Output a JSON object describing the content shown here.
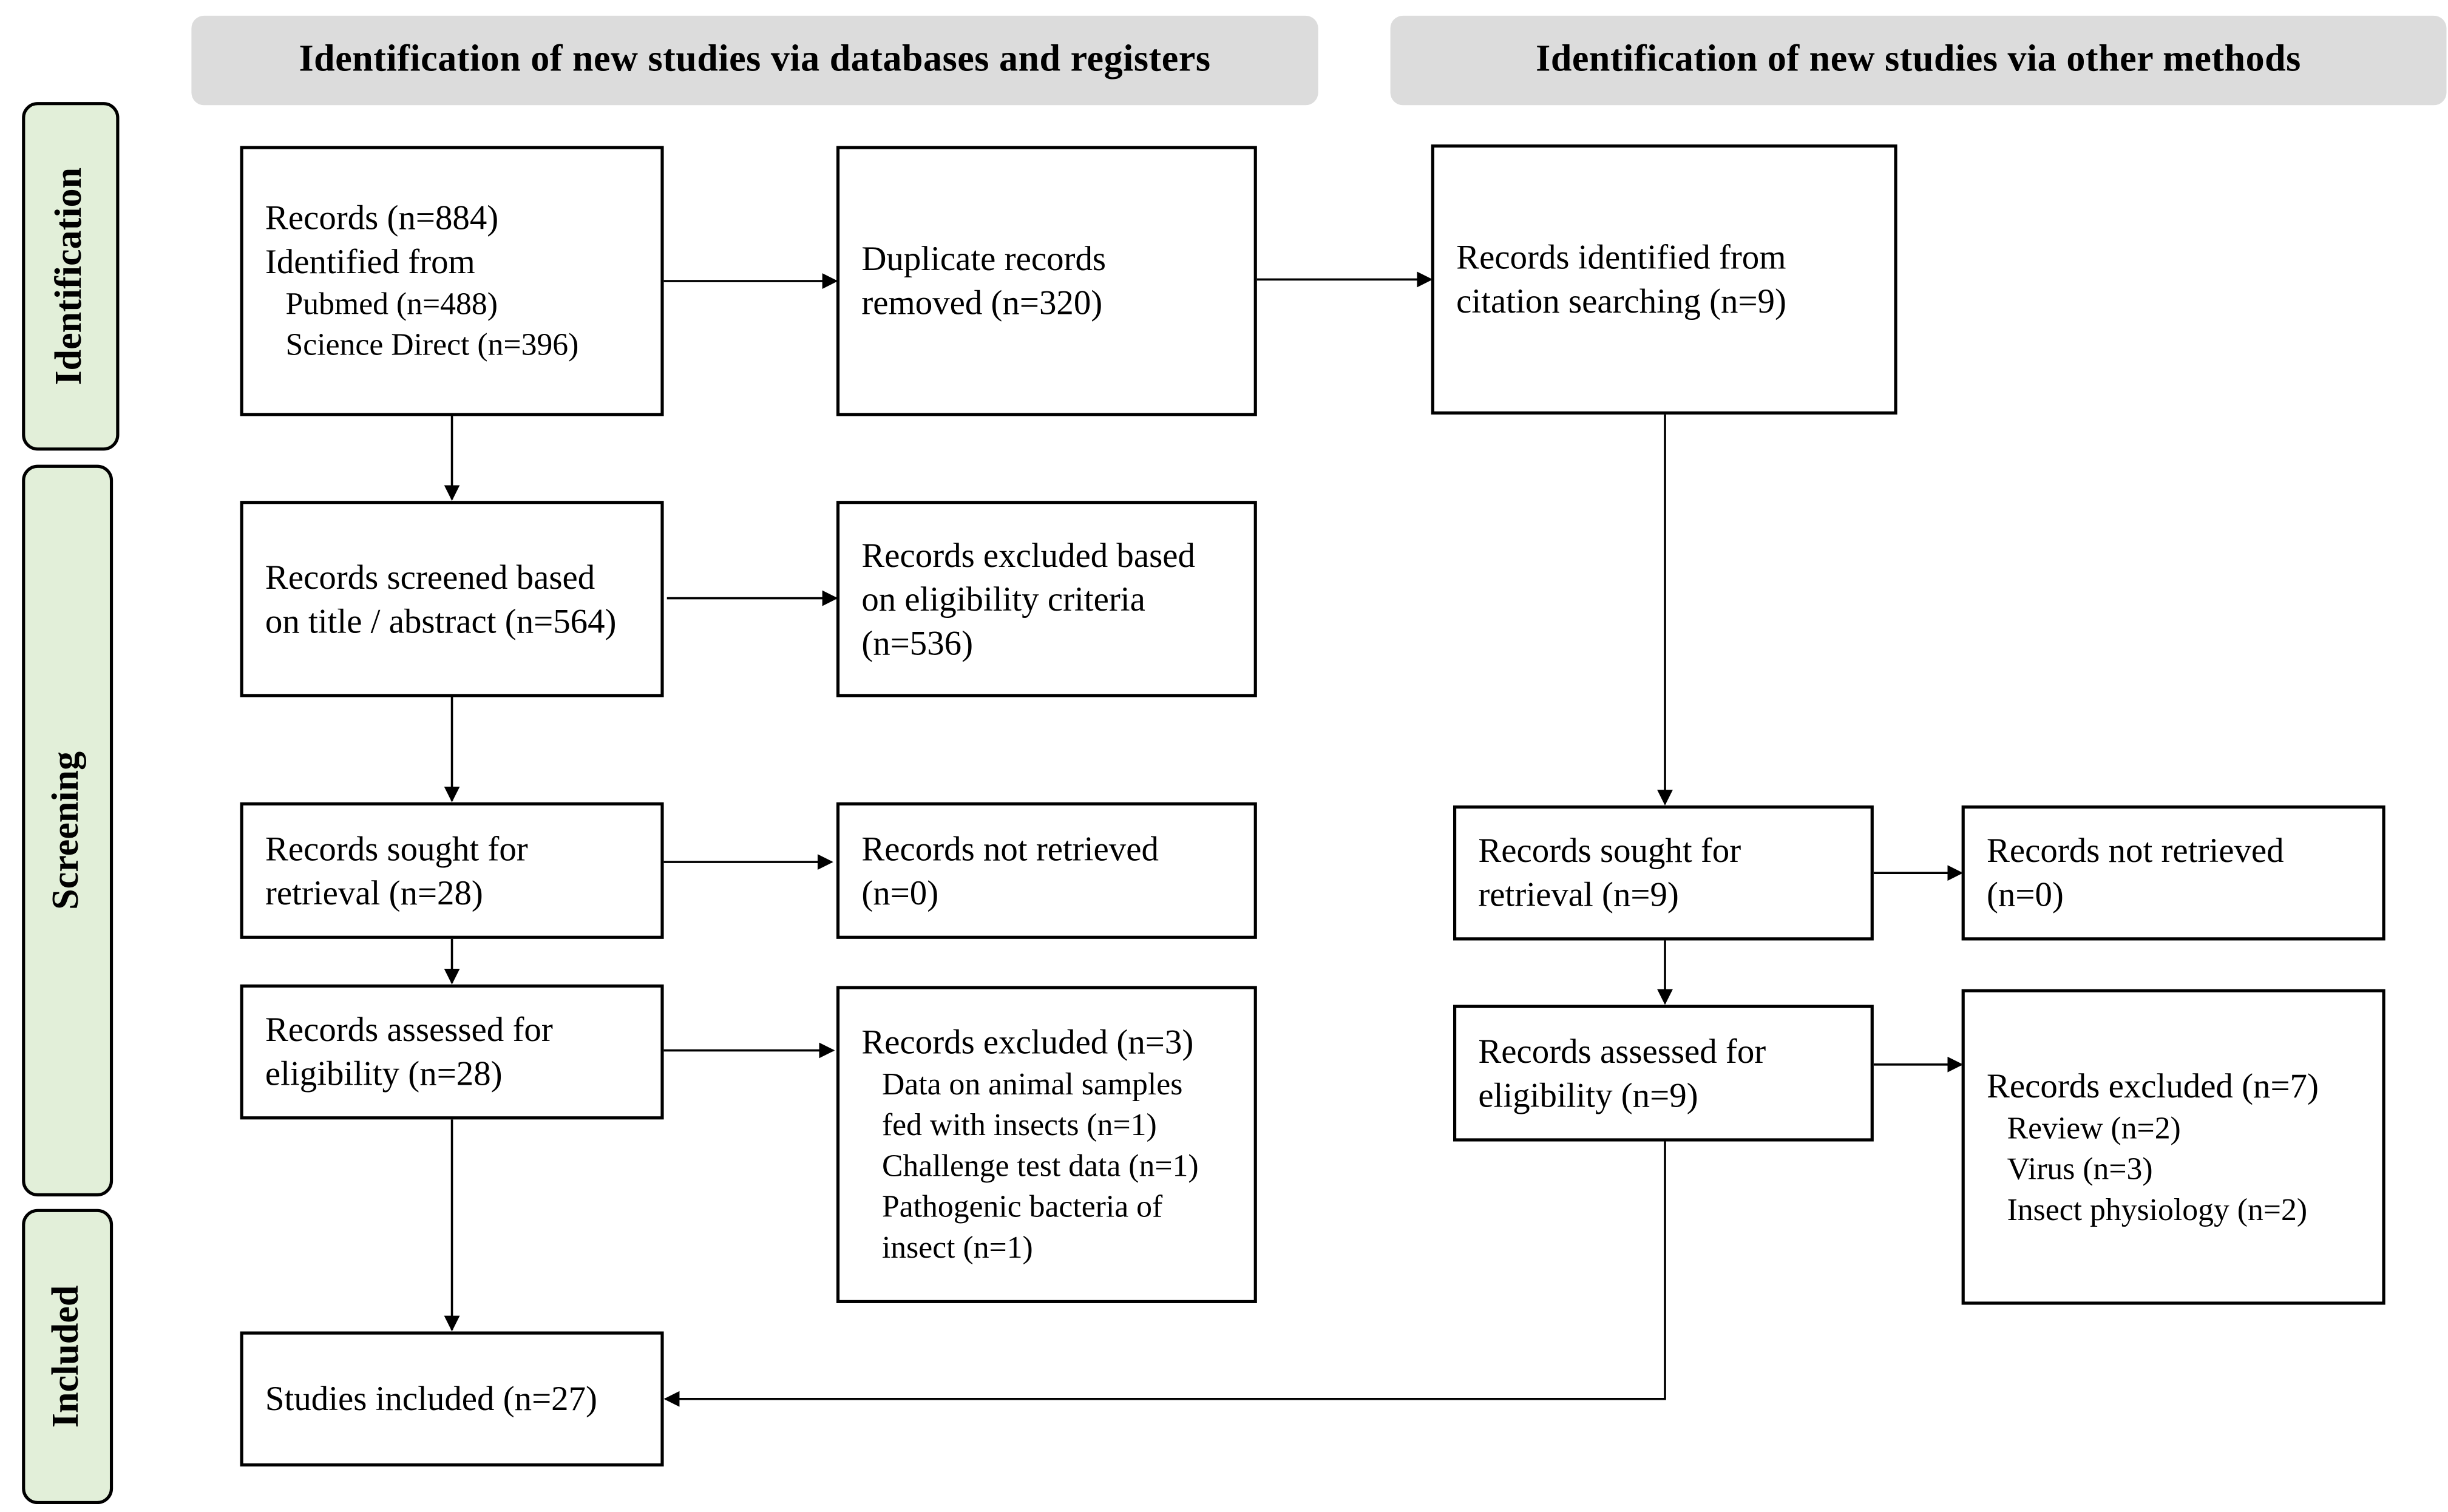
{
  "headers": {
    "left": "Identification of new studies via databases and registers",
    "right": "Identification of new studies via other methods"
  },
  "phases": {
    "identification": "Identification",
    "screening": "Screening",
    "included": "Included"
  },
  "db": {
    "records": {
      "line1": "Records (n=884)",
      "line2": "Identified from",
      "sources": [
        "Pubmed (n=488)",
        "Science Direct (n=396)"
      ]
    },
    "duplicates": {
      "line1": "Duplicate records",
      "line2": "removed (n=320)"
    },
    "screened": {
      "line1": "Records screened based",
      "line2": "on title / abstract (n=564)"
    },
    "excluded_eligibility": {
      "line1": "Records excluded based",
      "line2": "on eligibility  criteria",
      "line3": "(n=536)"
    },
    "sought": {
      "line1": "Records sought for",
      "line2": "retrieval  (n=28)"
    },
    "not_retrieved": {
      "line1": "Records not retrieved",
      "line2": "(n=0)"
    },
    "assessed": {
      "line1": "Records assessed for",
      "line2": "eligibility  (n=28)"
    },
    "excluded": {
      "title": "Records excluded (n=3)",
      "reasons": [
        "Data on animal samples",
        "fed with insects (n=1)",
        "Challenge test data (n=1)",
        "Pathogenic bacteria of",
        "insect (n=1)"
      ]
    },
    "included": "Studies included (n=27)"
  },
  "other": {
    "citation": {
      "line1": "Records identified  from",
      "line2": "citation searching (n=9)"
    },
    "sought": {
      "line1": "Records sought for",
      "line2": "retrieval  (n=9)"
    },
    "not_retrieved": {
      "line1": "Records not retrieved",
      "line2": "(n=0)"
    },
    "assessed": {
      "line1": "Records assessed for",
      "line2": "eligibility  (n=9)"
    },
    "excluded": {
      "title": "Records excluded (n=7)",
      "reasons": [
        "Review (n=2)",
        "Virus (n=3)",
        "Insect physiology (n=2)"
      ]
    }
  }
}
